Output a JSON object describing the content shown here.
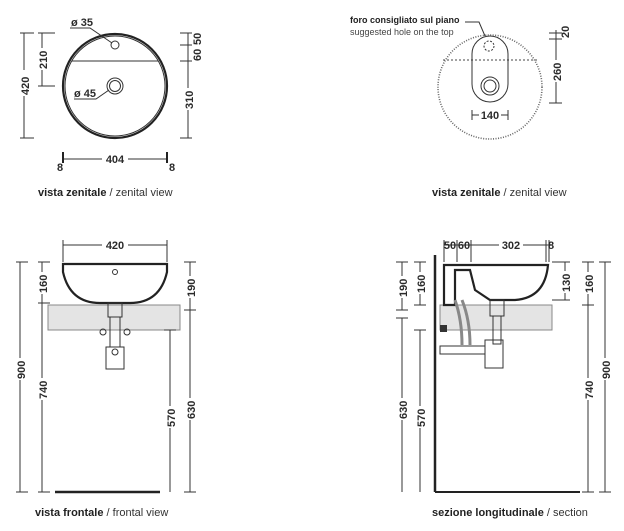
{
  "views": {
    "top_left": {
      "dims": {
        "d_small": "ø 35",
        "d_drain": "ø 45",
        "h_total": "420",
        "h_hole": "210",
        "r_50": "50",
        "r_60": "60",
        "r_310": "310",
        "w_404": "404",
        "side_l": "8",
        "side_r": "8"
      },
      "caption_it": "vista zenitale",
      "caption_sep": " / ",
      "caption_en": "zenital view"
    },
    "top_right": {
      "note_it": "foro consigliato sul piano",
      "note_en": "suggested hole on the top",
      "dims": {
        "d_20": "20",
        "d_260": "260",
        "d_140": "140"
      },
      "caption_it": "vista zenitale",
      "caption_sep": " / ",
      "caption_en": "zenital view"
    },
    "front": {
      "dims": {
        "w_420": "420",
        "h_900": "900",
        "h_160": "160",
        "h_740": "740",
        "h_190": "190",
        "h_630": "630",
        "h_570": "570"
      },
      "caption_it": "vista frontale",
      "caption_sep": " / ",
      "caption_en": "frontal view"
    },
    "section": {
      "dims": {
        "w_50": "50",
        "w_60": "60",
        "w_302": "302",
        "w_8": "8",
        "l_190": "190",
        "l_160": "160",
        "l_630": "630",
        "l_570": "570",
        "r_130": "130",
        "r_160": "160",
        "r_740": "740",
        "r_900": "900"
      },
      "caption_it": "sezione longitudinale",
      "caption_sep": " / ",
      "caption_en": "section"
    }
  }
}
